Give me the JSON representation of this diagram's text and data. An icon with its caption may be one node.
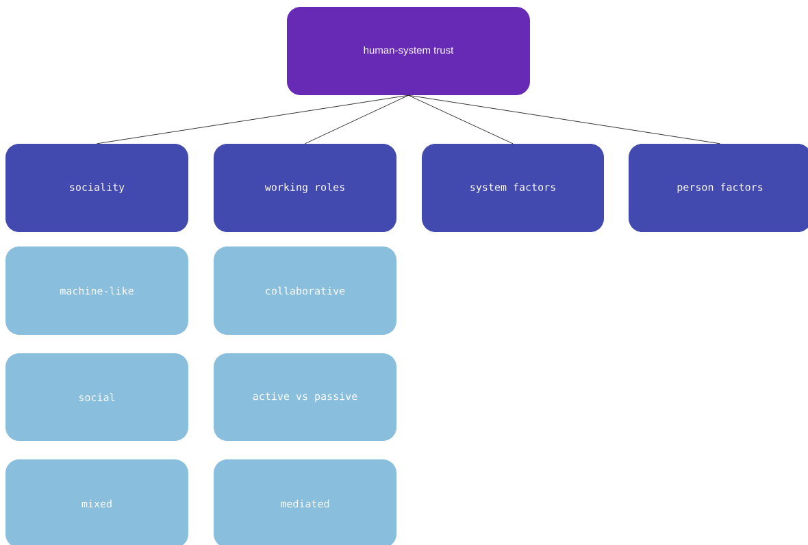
{
  "diagram": {
    "nodes": [
      {
        "text": [
          "human-system trust"
        ]
      },
      {
        "text": [
          "sociality"
        ]
      },
      {
        "text": [
          "working roles"
        ]
      },
      {
        "text": [
          "system factors"
        ]
      },
      {
        "text": [
          "person factors"
        ]
      },
      {
        "text": [
          "machine-like"
        ]
      },
      {
        "text": [
          "social"
        ]
      },
      {
        "text": [
          "mixed"
        ]
      },
      {
        "text": [
          "collaborative"
        ]
      },
      {
        "text": [
          "active vs passive"
        ]
      },
      {
        "text": [
          "mediated"
        ]
      }
    ],
    "edges": [
      {
        "from": 0,
        "to": 1,
        "arrow": "none"
      },
      {
        "from": 0,
        "to": 2,
        "arrow": "none"
      },
      {
        "from": 0,
        "to": 3,
        "arrow": "none"
      },
      {
        "from": 0,
        "to": 4,
        "arrow": "none"
      }
    ]
  }
}
